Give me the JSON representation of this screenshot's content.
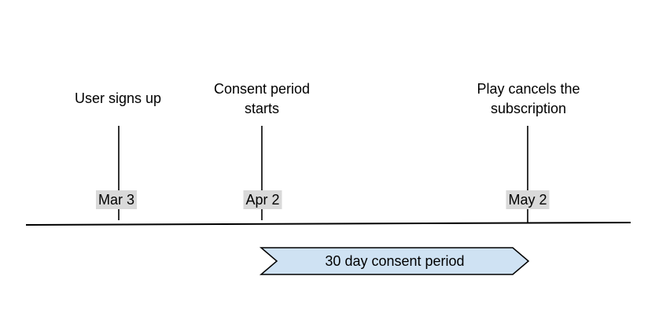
{
  "diagram": {
    "events": [
      {
        "label": "User signs up",
        "date": "Mar 3"
      },
      {
        "label": "Consent period starts",
        "date": "Apr 2"
      },
      {
        "label": "Play cancels the subscription",
        "date": "May 2"
      }
    ],
    "banner": {
      "label": "30 day consent period"
    },
    "colors": {
      "banner_fill": "#cfe2f3",
      "banner_stroke": "#000000",
      "date_chip_bg": "#d9d9d9",
      "line": "#000000",
      "text": "#000000"
    }
  }
}
